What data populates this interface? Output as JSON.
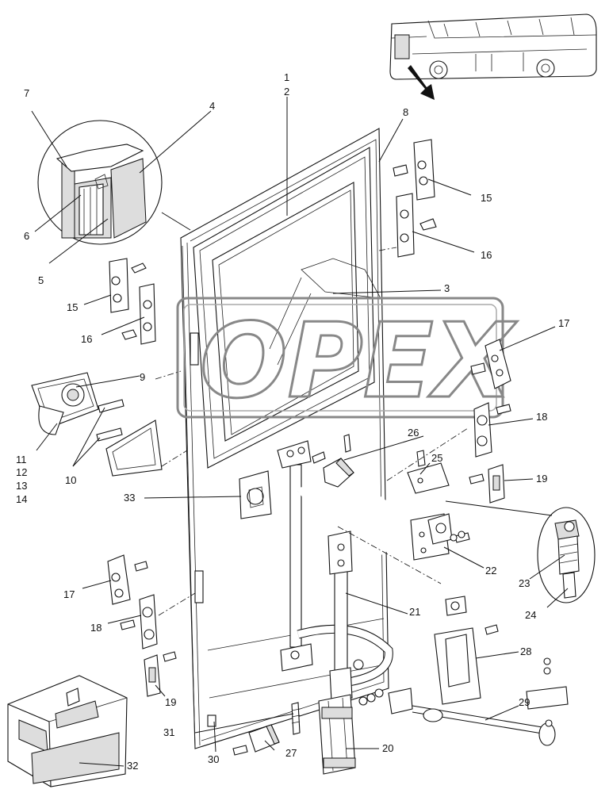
{
  "watermark": {
    "text": "OPEX"
  },
  "callouts": [
    {
      "id": "c1",
      "text": "1"
    },
    {
      "id": "c2",
      "text": "2"
    },
    {
      "id": "c3",
      "text": "3"
    },
    {
      "id": "c4",
      "text": "4"
    },
    {
      "id": "c5",
      "text": "5"
    },
    {
      "id": "c6",
      "text": "6"
    },
    {
      "id": "c7",
      "text": "7"
    },
    {
      "id": "c8",
      "text": "8"
    },
    {
      "id": "c9",
      "text": "9"
    },
    {
      "id": "c10",
      "text": "10"
    },
    {
      "id": "c11",
      "text": "11"
    },
    {
      "id": "c12",
      "text": "12"
    },
    {
      "id": "c13",
      "text": "13"
    },
    {
      "id": "c14",
      "text": "14"
    },
    {
      "id": "c15a",
      "text": "15"
    },
    {
      "id": "c15b",
      "text": "15"
    },
    {
      "id": "c16a",
      "text": "16"
    },
    {
      "id": "c16b",
      "text": "16"
    },
    {
      "id": "c17a",
      "text": "17"
    },
    {
      "id": "c17b",
      "text": "17"
    },
    {
      "id": "c18a",
      "text": "18"
    },
    {
      "id": "c18b",
      "text": "18"
    },
    {
      "id": "c19a",
      "text": "19"
    },
    {
      "id": "c19b",
      "text": "19"
    },
    {
      "id": "c20",
      "text": "20"
    },
    {
      "id": "c21",
      "text": "21"
    },
    {
      "id": "c22",
      "text": "22"
    },
    {
      "id": "c23",
      "text": "23"
    },
    {
      "id": "c24",
      "text": "24"
    },
    {
      "id": "c25",
      "text": "25"
    },
    {
      "id": "c26",
      "text": "26"
    },
    {
      "id": "c27",
      "text": "27"
    },
    {
      "id": "c28",
      "text": "28"
    },
    {
      "id": "c29",
      "text": "29"
    },
    {
      "id": "c30",
      "text": "30"
    },
    {
      "id": "c31",
      "text": "31"
    },
    {
      "id": "c32",
      "text": "32"
    },
    {
      "id": "c33",
      "text": "33"
    }
  ]
}
